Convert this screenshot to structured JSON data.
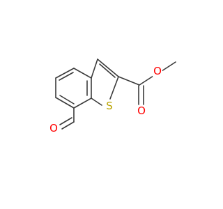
{
  "molecule": {
    "atoms": {
      "sulfur": {
        "symbol": "S",
        "color": "#b8a200"
      },
      "carbonyl_oxygen": {
        "symbol": "O",
        "color": "#ff0000"
      },
      "ester_oxygen": {
        "symbol": "O",
        "color": "#ff0000"
      },
      "aldehyde_oxygen": {
        "symbol": "O",
        "color": "#ff0000"
      }
    },
    "bond_color": "#3a3a3a"
  }
}
